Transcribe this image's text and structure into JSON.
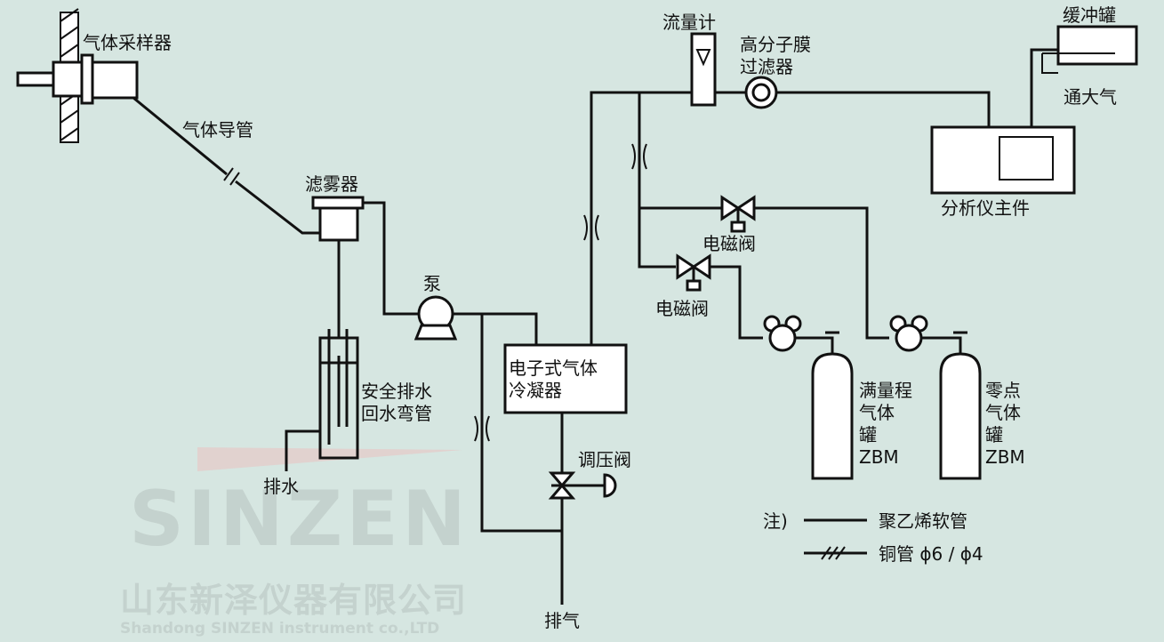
{
  "labels": {
    "sampler": "气体采样器",
    "gas_tube": "气体导管",
    "mist_filter": "滤雾器",
    "pump": "泵",
    "safety_drain": "安全排水\n回水弯管",
    "drain": "排水",
    "condenser": "电子式气体\n冷凝器",
    "pressure_valve": "调压阀",
    "exhaust": "排气",
    "flowmeter": "流量计",
    "membrane_filter": "高分子膜\n过滤器",
    "buffer_tank": "缓冲罐",
    "vent": "通大气",
    "analyzer": "分析仪主件",
    "solenoid_valve_1": "电磁阀",
    "solenoid_valve_2": "电磁阀",
    "span_gas": "满量程\n气体\n罐\nZBM",
    "zero_gas": "零点\n气体\n罐\nZBM"
  },
  "legend": {
    "note_prefix": "注)",
    "poly_tube": "聚乙烯软管",
    "copper_tube": "铜管 ɸ6 / ɸ4"
  },
  "watermark": {
    "brand": "SINZEN",
    "company_cn": "山东新泽仪器有限公司",
    "company_en": "Shandong SINZEN instrument co.,LTD"
  },
  "colors": {
    "background": "#d6e6e1",
    "line": "#111111",
    "component_fill": "#ffffff",
    "watermark": "#c2cfcb"
  }
}
